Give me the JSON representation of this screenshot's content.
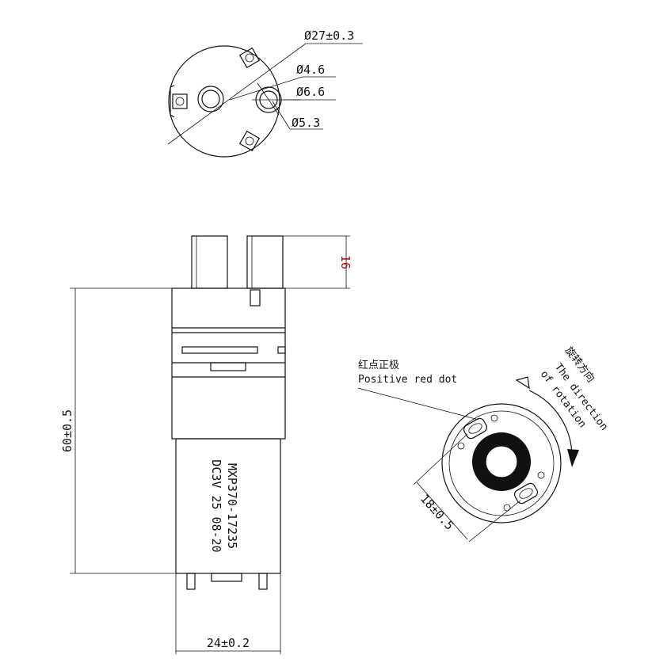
{
  "top_view": {
    "dim_outer": "Ø27±0.3",
    "dim_a": "Ø4.6",
    "dim_b": "Ø6.6",
    "dim_c": "Ø5.3"
  },
  "side_view": {
    "dim_nozzle": "16",
    "dim_height": "60±0.5",
    "dim_width": "24±0.2",
    "motor_model": "MXP370-17235",
    "motor_spec": "DC3V 25 08-20"
  },
  "bottom_view": {
    "positive_cn": "红点正极",
    "positive_en": "Positive red dot",
    "rotation_cn": "旋转方向",
    "rotation_en_1": "The direction",
    "rotation_en_2": "of rotation",
    "dim_spacing": "18±0.5"
  },
  "colors": {
    "line": "#111111",
    "highlight": "#c00000"
  }
}
